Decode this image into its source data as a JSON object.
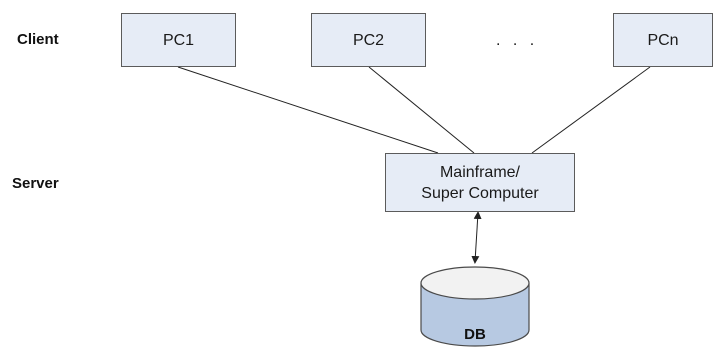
{
  "labels": {
    "client": "Client",
    "server": "Server"
  },
  "clients": [
    {
      "label": "PC1"
    },
    {
      "label": "PC2"
    },
    {
      "label": "PCn"
    }
  ],
  "ellipsis": ". . .",
  "server_node": {
    "line1": "Mainframe/",
    "line2": "Super Computer"
  },
  "database": {
    "label": "DB"
  },
  "colors": {
    "node_fill": "#e6ecf6",
    "node_border": "#5b5b5b",
    "db_fill": "#b7c9e2",
    "db_top": "#f2f2f2"
  }
}
